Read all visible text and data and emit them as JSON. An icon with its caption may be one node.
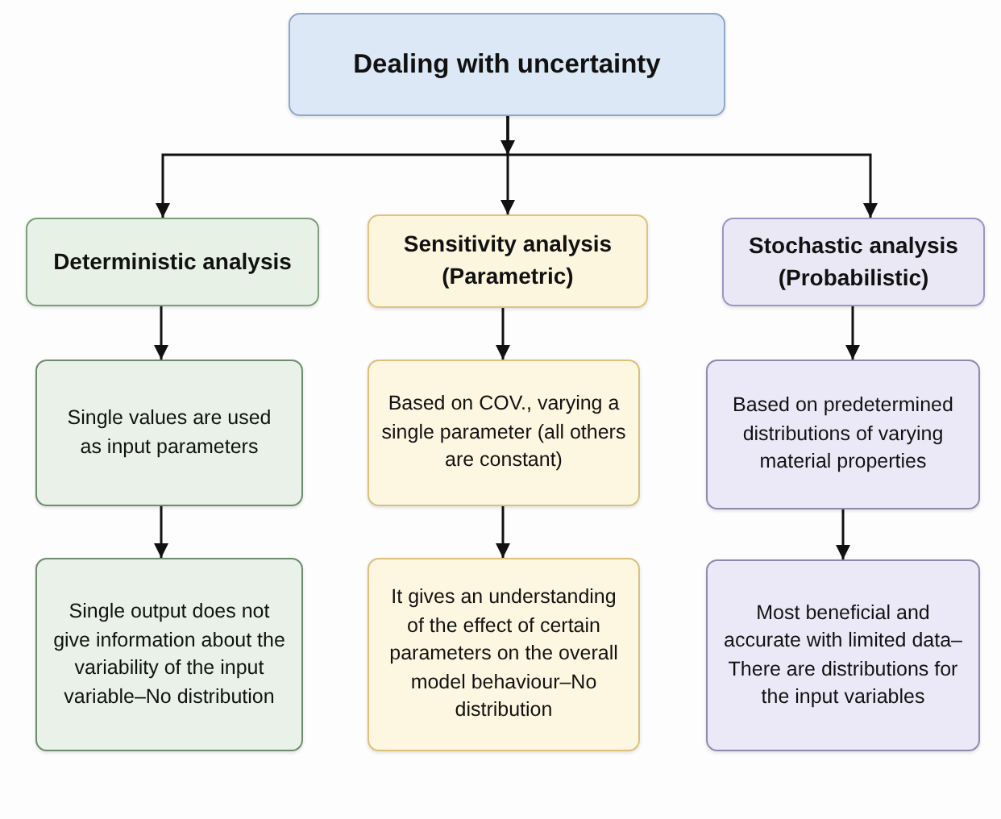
{
  "diagram": {
    "nodes": [
      {
        "text": [
          "Dealing with uncertainty"
        ]
      },
      {
        "text": [
          "Deterministic analysis"
        ]
      },
      {
        "text": [
          "Sensitivity analysis (Parametric)"
        ]
      },
      {
        "text": [
          "Stochastic analysis (Probabilistic)"
        ]
      },
      {
        "text": [
          "Single values are used as input parameters"
        ]
      },
      {
        "text": [
          "Based on COV., varying a single parameter (all others are constant)"
        ]
      },
      {
        "text": [
          "Based on predetermined distributions of varying material properties"
        ]
      },
      {
        "text": [
          "Single output does not give information about the variability of the input variable–No distribution"
        ]
      },
      {
        "text": [
          "It gives an understanding of the effect of certain parameters on the overall model behaviour–No distribution"
        ]
      },
      {
        "text": [
          "Most beneficial and accurate with limited data–There are distributions for the input variables"
        ]
      }
    ],
    "edges": [
      {
        "from": 0,
        "to": 1,
        "arrow": "to"
      },
      {
        "from": 0,
        "to": 2,
        "arrow": "to"
      },
      {
        "from": 0,
        "to": 3,
        "arrow": "to"
      },
      {
        "from": 1,
        "to": 4,
        "arrow": "to"
      },
      {
        "from": 4,
        "to": 7,
        "arrow": "to"
      },
      {
        "from": 2,
        "to": 5,
        "arrow": "to"
      },
      {
        "from": 5,
        "to": 8,
        "arrow": "to"
      },
      {
        "from": 3,
        "to": 6,
        "arrow": "to"
      },
      {
        "from": 6,
        "to": 9,
        "arrow": "to"
      }
    ]
  }
}
